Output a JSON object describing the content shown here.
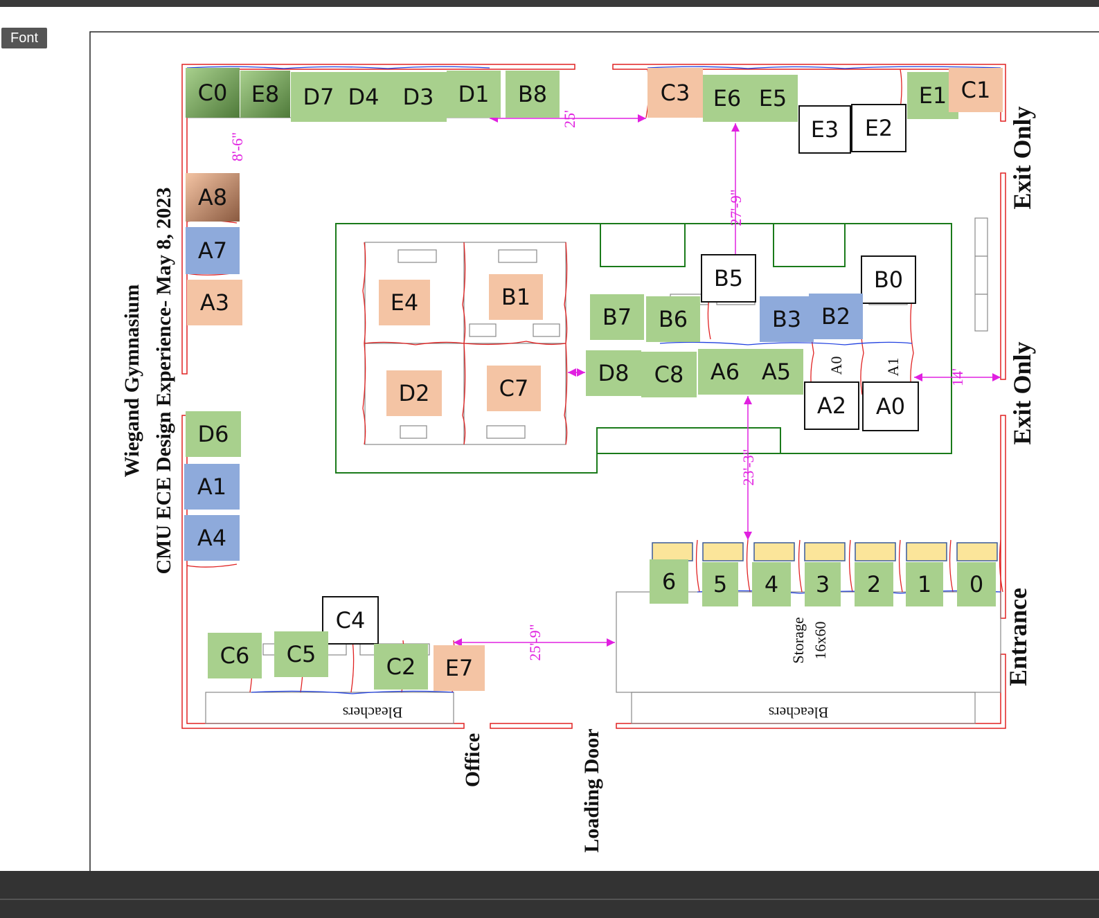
{
  "toolbar": {
    "font_label": "Font"
  },
  "plan": {
    "title_line1": "Wiegand Gymnasium",
    "title_line2": "CMU ECE Design Experience- May 8, 2023",
    "exit_top": "Exit Only",
    "exit_mid": "Exit Only",
    "entrance": "Entrance",
    "office": "Office",
    "loading_door": "Loading Door",
    "bleachers_left": "Bleachers",
    "bleachers_right": "Bleachers",
    "storage_line1": "Storage",
    "storage_line2": "16x60",
    "dim_25": "25'",
    "dim_8_6": "8'-6\"",
    "dim_27_9": "27'-9\"",
    "dim_23_3": "23'-3\"",
    "dim_25_9": "25'-9\"",
    "dim_14": "14'",
    "table_a0": "A0",
    "table_a1": "A1"
  },
  "colors": {
    "green": "#a8d08d",
    "peach": "#f4c4a4",
    "blue": "#8eaadb",
    "yellow": "#fbe59a",
    "wall": "#e02020",
    "dimension": "#e020e0",
    "zone": "#1a7a1a"
  },
  "booths": [
    {
      "label": "C0",
      "color": "green-dark"
    },
    {
      "label": "E8",
      "color": "green-dark"
    },
    {
      "label": "D7",
      "color": "green"
    },
    {
      "label": "D4",
      "color": "green"
    },
    {
      "label": "D3",
      "color": "green"
    },
    {
      "label": "D1",
      "color": "green"
    },
    {
      "label": "B8",
      "color": "green"
    },
    {
      "label": "C3",
      "color": "peach"
    },
    {
      "label": "E6",
      "color": "green"
    },
    {
      "label": "E5",
      "color": "green"
    },
    {
      "label": "E3",
      "color": "white"
    },
    {
      "label": "E2",
      "color": "white"
    },
    {
      "label": "E1",
      "color": "green"
    },
    {
      "label": "C1",
      "color": "peach"
    },
    {
      "label": "A8",
      "color": "peach-dark"
    },
    {
      "label": "A7",
      "color": "blue"
    },
    {
      "label": "A3",
      "color": "peach"
    },
    {
      "label": "D6",
      "color": "green"
    },
    {
      "label": "A1",
      "color": "blue"
    },
    {
      "label": "A4",
      "color": "blue"
    },
    {
      "label": "E4",
      "color": "peach"
    },
    {
      "label": "B1",
      "color": "peach"
    },
    {
      "label": "D2",
      "color": "peach"
    },
    {
      "label": "C7",
      "color": "peach"
    },
    {
      "label": "B5",
      "color": "white"
    },
    {
      "label": "B0",
      "color": "white"
    },
    {
      "label": "B7",
      "color": "green"
    },
    {
      "label": "B6",
      "color": "green"
    },
    {
      "label": "B3",
      "color": "blue"
    },
    {
      "label": "B2",
      "color": "blue"
    },
    {
      "label": "D8",
      "color": "green"
    },
    {
      "label": "C8",
      "color": "green"
    },
    {
      "label": "A6",
      "color": "green"
    },
    {
      "label": "A5",
      "color": "green"
    },
    {
      "label": "A2",
      "color": "white"
    },
    {
      "label": "A0",
      "color": "white"
    },
    {
      "label": "6",
      "color": "green"
    },
    {
      "label": "5",
      "color": "green"
    },
    {
      "label": "4",
      "color": "green"
    },
    {
      "label": "3",
      "color": "green"
    },
    {
      "label": "2",
      "color": "green"
    },
    {
      "label": "1",
      "color": "green"
    },
    {
      "label": "0",
      "color": "green"
    },
    {
      "label": "C4",
      "color": "white"
    },
    {
      "label": "C6",
      "color": "green"
    },
    {
      "label": "C5",
      "color": "green"
    },
    {
      "label": "C2",
      "color": "green"
    },
    {
      "label": "E7",
      "color": "peach"
    }
  ]
}
